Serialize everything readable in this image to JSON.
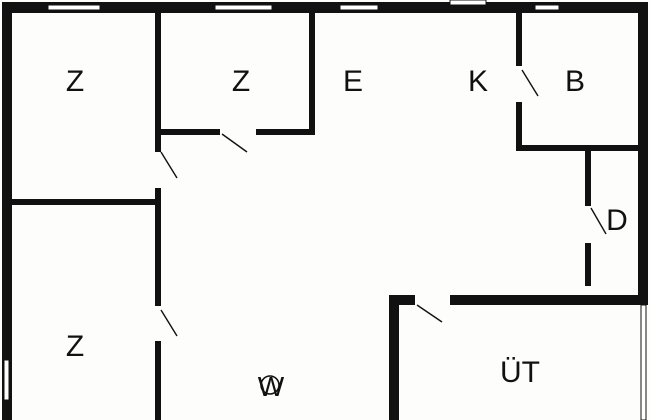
{
  "floor_plan": {
    "rooms": [
      {
        "id": "z1",
        "label": "Z"
      },
      {
        "id": "z2",
        "label": "Z"
      },
      {
        "id": "e",
        "label": "E"
      },
      {
        "id": "k",
        "label": "K"
      },
      {
        "id": "b",
        "label": "B"
      },
      {
        "id": "d",
        "label": "D"
      },
      {
        "id": "z3",
        "label": "Z"
      },
      {
        "id": "ut",
        "label": "ÜT"
      }
    ],
    "stair_symbol": "W"
  },
  "colors": {
    "wall": "#111111",
    "background": "#fdfefb"
  }
}
